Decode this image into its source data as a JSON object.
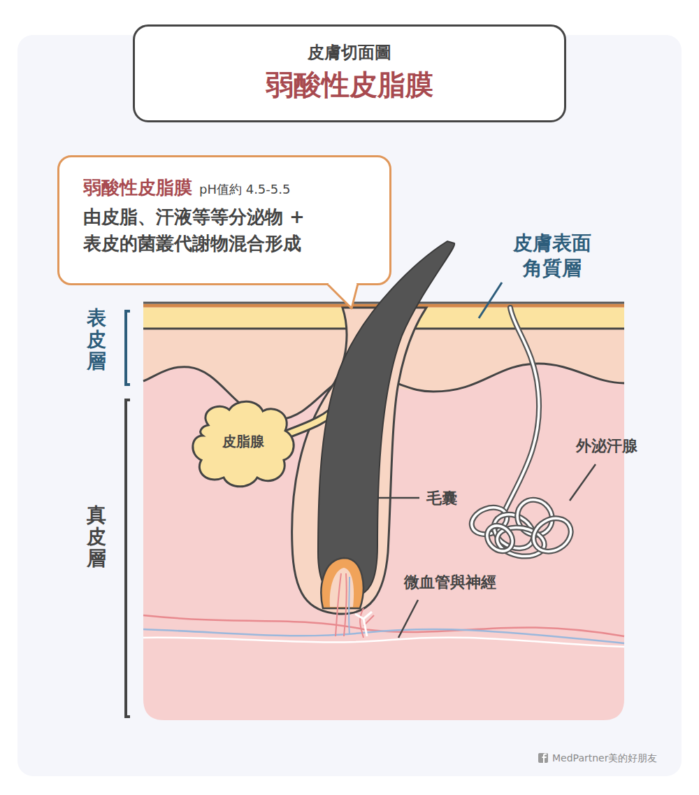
{
  "diagram": {
    "nodes": [
      {
        "text": [
          "皮膚切面圖",
          "弱酸性皮脂膜"
        ]
      },
      {
        "text": [
          "弱酸性皮脂膜",
          "pH值約 4.5-5.5",
          "由皮脂、汗液等等分泌物 + 表皮的菌叢代謝物混合形成"
        ]
      },
      {
        "text": [
          "皮脂腺"
        ]
      }
    ],
    "labels": [
      "皮膚表面 角質層",
      "表皮層",
      "真皮層",
      "外泌汗腺",
      "毛囊",
      "微血管與神經",
      "MedPartner美的好朋友"
    ]
  }
}
